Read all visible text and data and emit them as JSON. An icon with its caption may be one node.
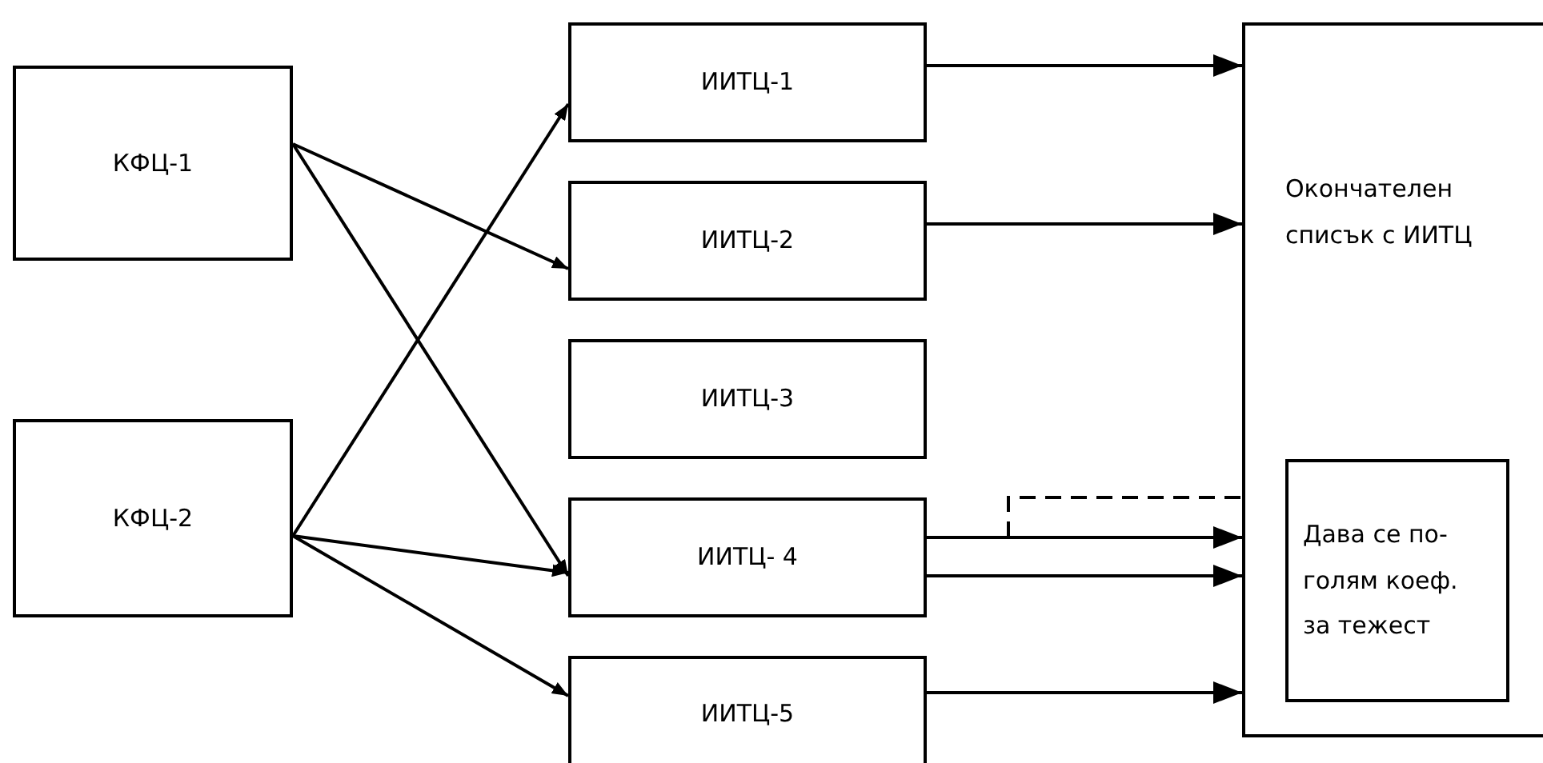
{
  "diagram": {
    "nodes": [
      {
        "text": [
          "КФЦ-1"
        ]
      },
      {
        "text": [
          "КФЦ-2"
        ]
      },
      {
        "text": [
          "ИИТЦ-1"
        ]
      },
      {
        "text": [
          "ИИТЦ-2"
        ]
      },
      {
        "text": [
          "ИИТЦ-3"
        ]
      },
      {
        "text": [
          "ИИТЦ- 4"
        ]
      },
      {
        "text": [
          "ИИТЦ-5"
        ]
      },
      {
        "text": [
          "Окончателен списък с ИИТЦ"
        ]
      },
      {
        "text": [
          "Дава се по-голям коеф. за тежест"
        ],
        "in": 7
      }
    ],
    "edges": [
      {
        "from": 0,
        "to": 3,
        "arrow": "to"
      },
      {
        "from": 0,
        "to": 5,
        "arrow": "to"
      },
      {
        "from": 1,
        "to": 2,
        "arrow": "to"
      },
      {
        "from": 1,
        "to": 5,
        "arrow": "to"
      },
      {
        "from": 1,
        "to": 6,
        "arrow": "to"
      },
      {
        "from": 2,
        "to": 7,
        "arrow": "to"
      },
      {
        "from": 3,
        "to": 7,
        "arrow": "to"
      },
      {
        "from": 5,
        "to": 7,
        "arrow": "to"
      },
      {
        "from": 5,
        "to": 7,
        "arrow": "to"
      },
      {
        "from": 6,
        "to": 7,
        "arrow": "to"
      },
      {
        "from": 5,
        "to": 8,
        "arrow": "to",
        "style": "dashed"
      }
    ]
  }
}
